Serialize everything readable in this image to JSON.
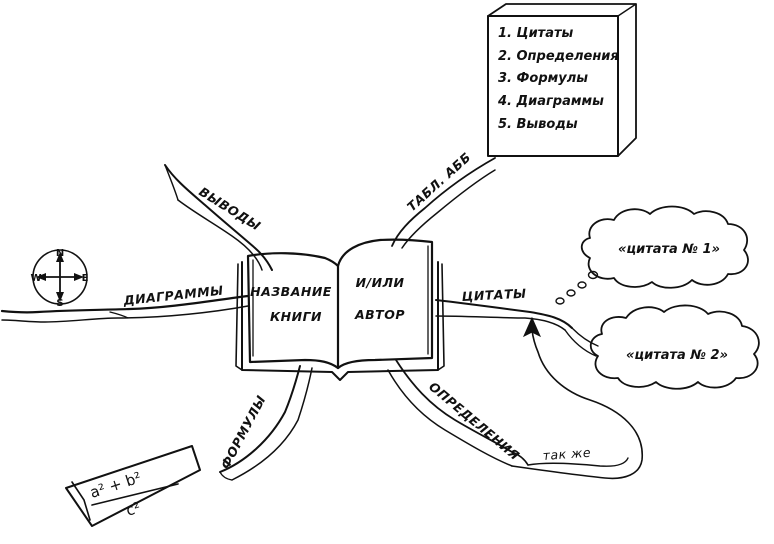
{
  "center": {
    "left_line1": "НАЗВАНИЕ",
    "left_line2": "КНИГИ",
    "right_line1": "И/ИЛИ",
    "right_line2": "АВТОР"
  },
  "branches": {
    "conclusions": "ВЫВОДЫ",
    "diagrams": "ДИАГРАММЫ",
    "formulas": "ФОРМУЛЫ",
    "abbreviations": "ТАБЛ. АББ",
    "quotes": "ЦИТАТЫ",
    "definitions": "ОПРЕДЕЛЕНИЯ",
    "also": "так же"
  },
  "table_box": {
    "items": [
      "1. Цитаты",
      "2. Определения",
      "3. Формулы",
      "4. Диаграммы",
      "5. Выводы"
    ]
  },
  "quotes": {
    "quote1": "«цитата № 1»",
    "quote2": "«цитата № 2»"
  },
  "compass": {
    "n": "N",
    "s": "S",
    "w": "W",
    "e": "E"
  },
  "formula": {
    "numerator": "a² + b²",
    "denominator": "c²"
  }
}
